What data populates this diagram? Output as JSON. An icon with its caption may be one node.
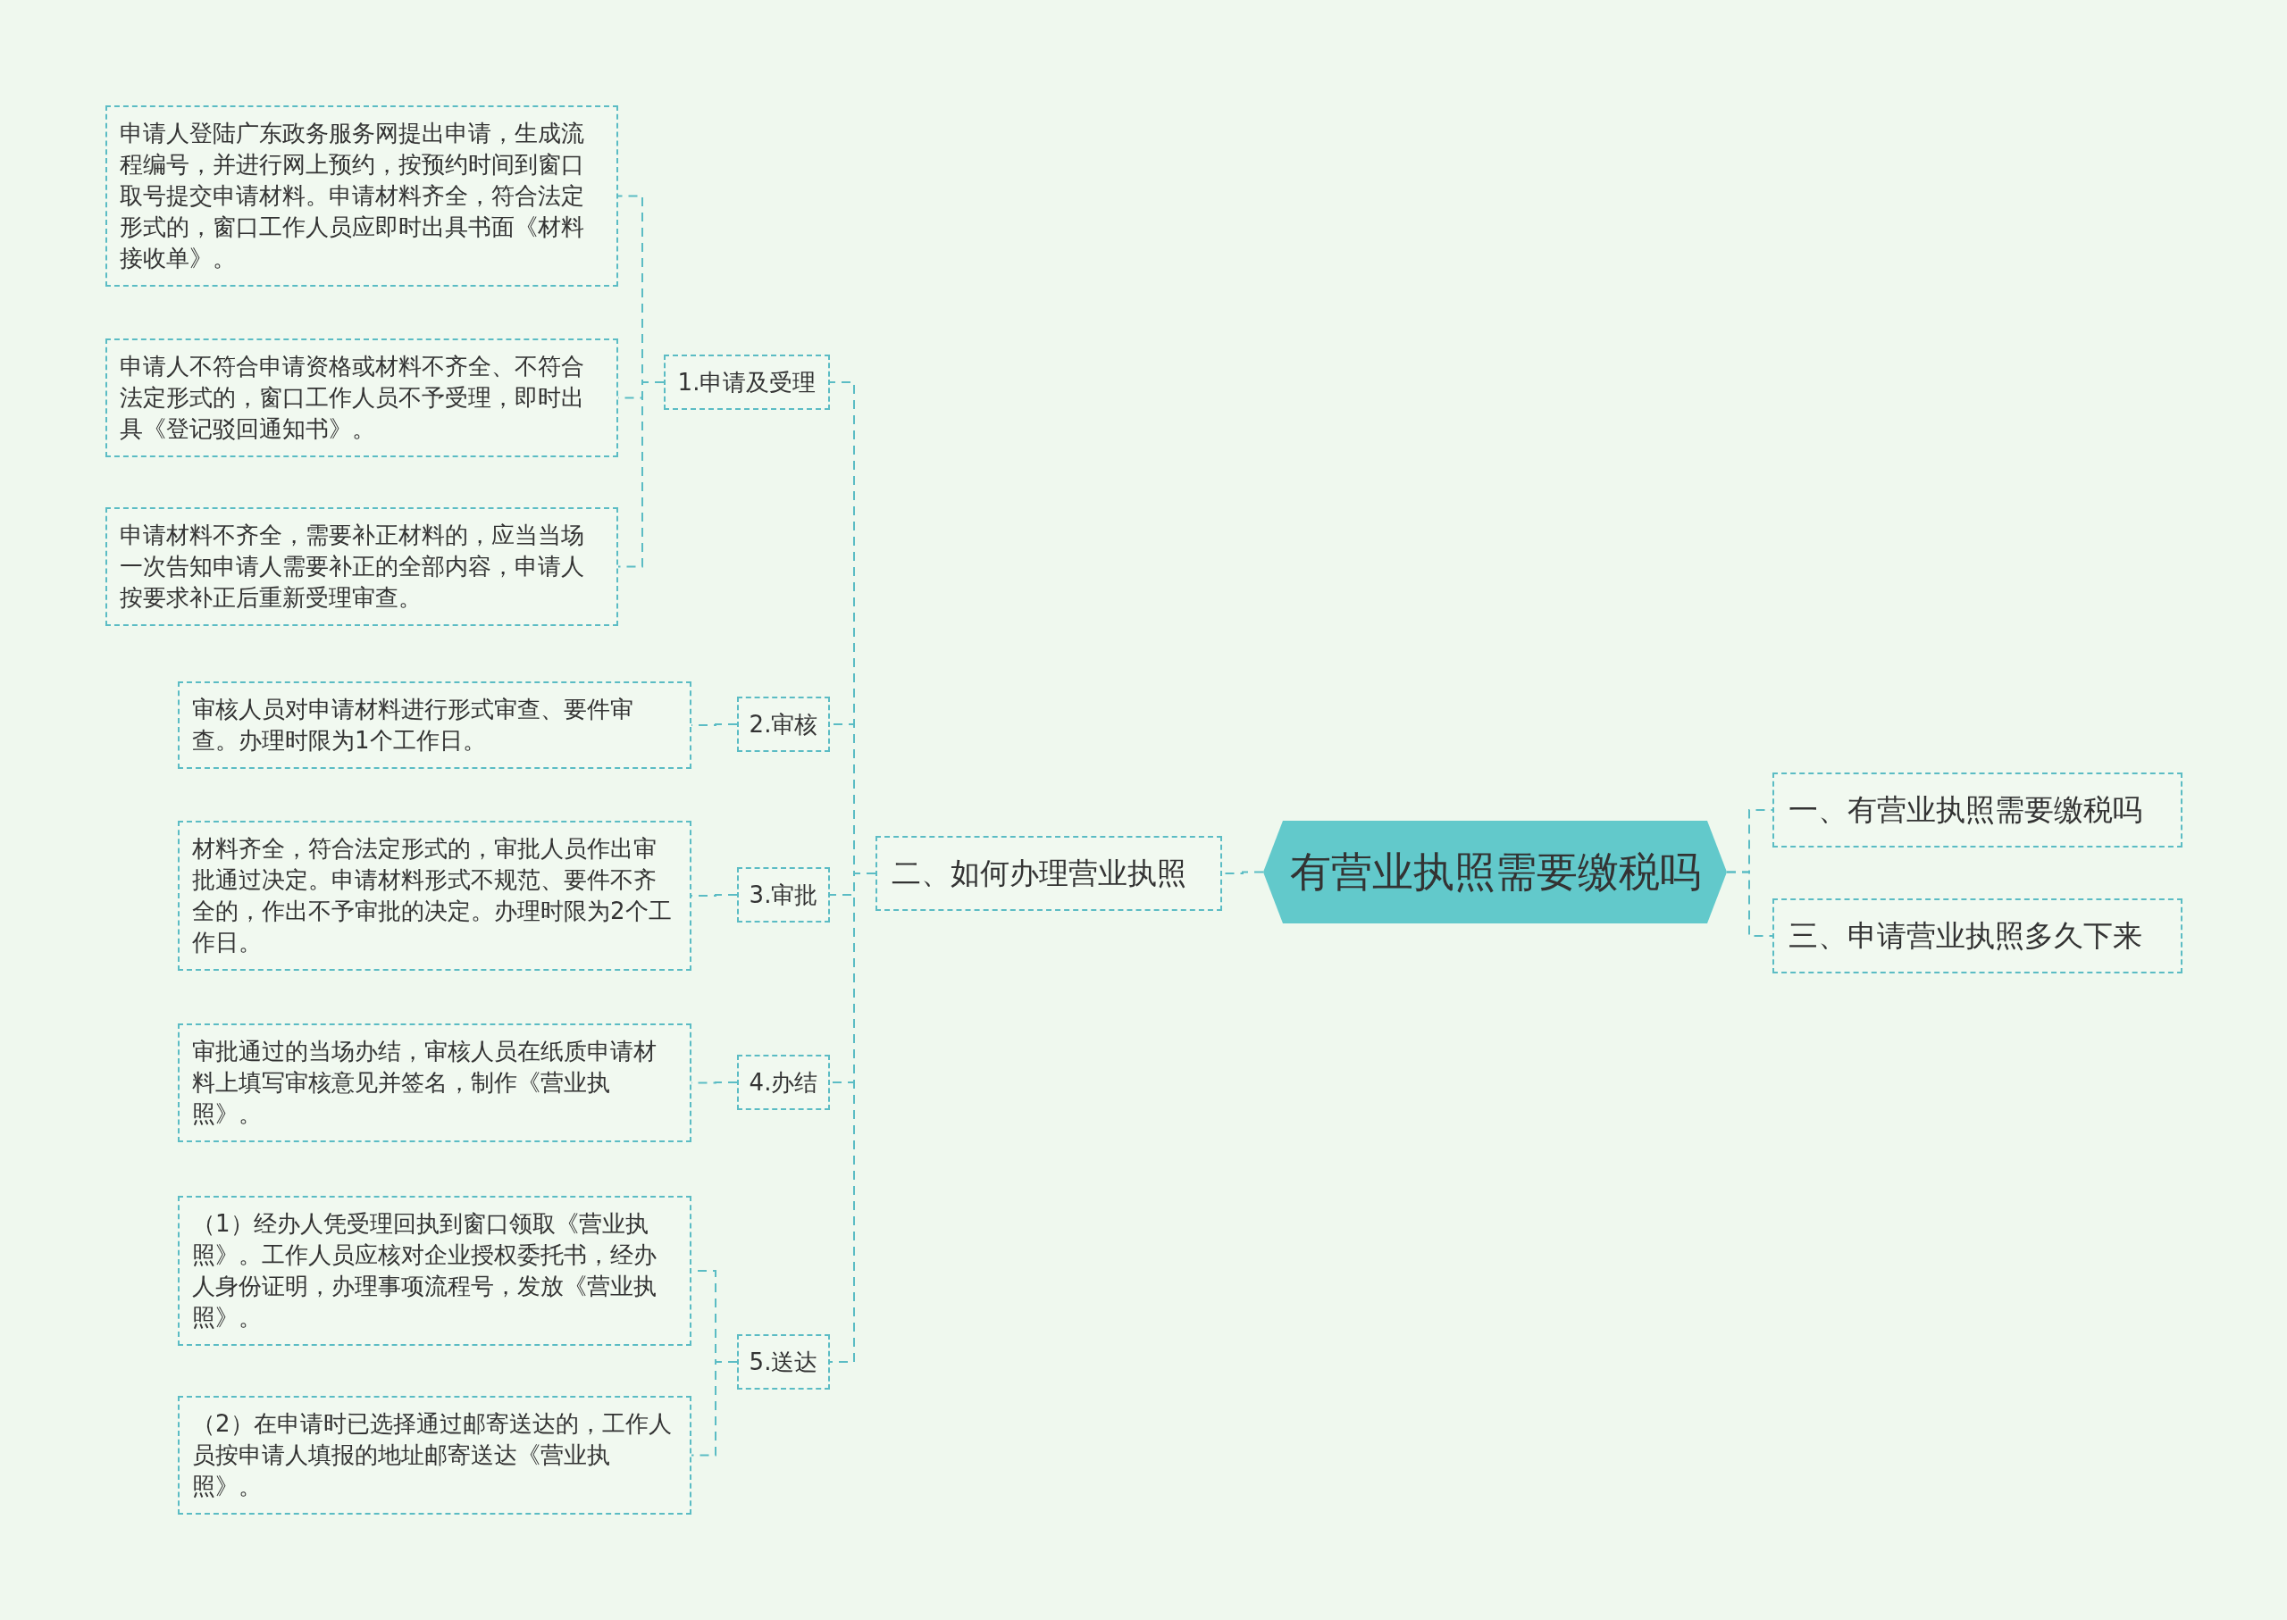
{
  "diagram": {
    "nodes": [
      {
        "text": [
          "有营业执照需要缴税吗"
        ]
      },
      {
        "text": [
          "一、有营业执照需要缴税吗"
        ]
      },
      {
        "text": [
          "二、如何办理营业执照"
        ]
      },
      {
        "text": [
          "三、申请营业执照多久下来"
        ]
      },
      {
        "text": [
          "1.申请及受理"
        ]
      },
      {
        "text": [
          "申请人登陆广东政务服务网提出申请，生成流程编号，并进行网上预约，按预约时间到窗口取号提交申请材料。申请材料齐全，符合法定形式的，窗口工作人员应即时出具书面《材料接收单》。"
        ]
      },
      {
        "text": [
          "申请人不符合申请资格或材料不齐全、不符合法定形式的，窗口工作人员不予受理，即时出具《登记驳回通知书》。"
        ]
      },
      {
        "text": [
          "申请材料不齐全，需要补正材料的，应当当场一次告知申请人需要补正的全部内容，申请人按要求补正后重新受理审查。"
        ]
      },
      {
        "text": [
          "2.审核"
        ]
      },
      {
        "text": [
          "审核人员对申请材料进行形式审查、要件审查。办理时限为1个工作日。"
        ]
      },
      {
        "text": [
          "3.审批"
        ]
      },
      {
        "text": [
          "材料齐全，符合法定形式的，审批人员作出审批通过决定。申请材料形式不规范、要件不齐全的，作出不予审批的决定。办理时限为2个工作日。"
        ]
      },
      {
        "text": [
          "4.办结"
        ]
      },
      {
        "text": [
          "审批通过的当场办结，审核人员在纸质申请材料上填写审核意见并签名，制作《营业执照》。"
        ]
      },
      {
        "text": [
          "5.送达"
        ]
      },
      {
        "text": [
          "（1）经办人凭受理回执到窗口领取《营业执照》。工作人员应核对企业授权委托书，经办人身份证明，办理事项流程号，发放《营业执照》。"
        ]
      },
      {
        "text": [
          "（2）在申请时已选择通过邮寄送达的，工作人员按申请人填报的地址邮寄送达《营业执照》。"
        ]
      }
    ],
    "edges": [
      {
        "from": 0,
        "to": 1,
        "arrow": "none"
      },
      {
        "from": 0,
        "to": 2,
        "arrow": "none"
      },
      {
        "from": 0,
        "to": 3,
        "arrow": "none"
      },
      {
        "from": 2,
        "to": 4,
        "arrow": "none"
      },
      {
        "from": 4,
        "to": 5,
        "arrow": "none"
      },
      {
        "from": 4,
        "to": 6,
        "arrow": "none"
      },
      {
        "from": 4,
        "to": 7,
        "arrow": "none"
      },
      {
        "from": 2,
        "to": 8,
        "arrow": "none"
      },
      {
        "from": 8,
        "to": 9,
        "arrow": "none"
      },
      {
        "from": 2,
        "to": 10,
        "arrow": "none"
      },
      {
        "from": 10,
        "to": 11,
        "arrow": "none"
      },
      {
        "from": 2,
        "to": 12,
        "arrow": "none"
      },
      {
        "from": 12,
        "to": 13,
        "arrow": "none"
      },
      {
        "from": 2,
        "to": 14,
        "arrow": "none"
      },
      {
        "from": 14,
        "to": 15,
        "arrow": "none"
      },
      {
        "from": 14,
        "to": 16,
        "arrow": "none"
      }
    ]
  }
}
